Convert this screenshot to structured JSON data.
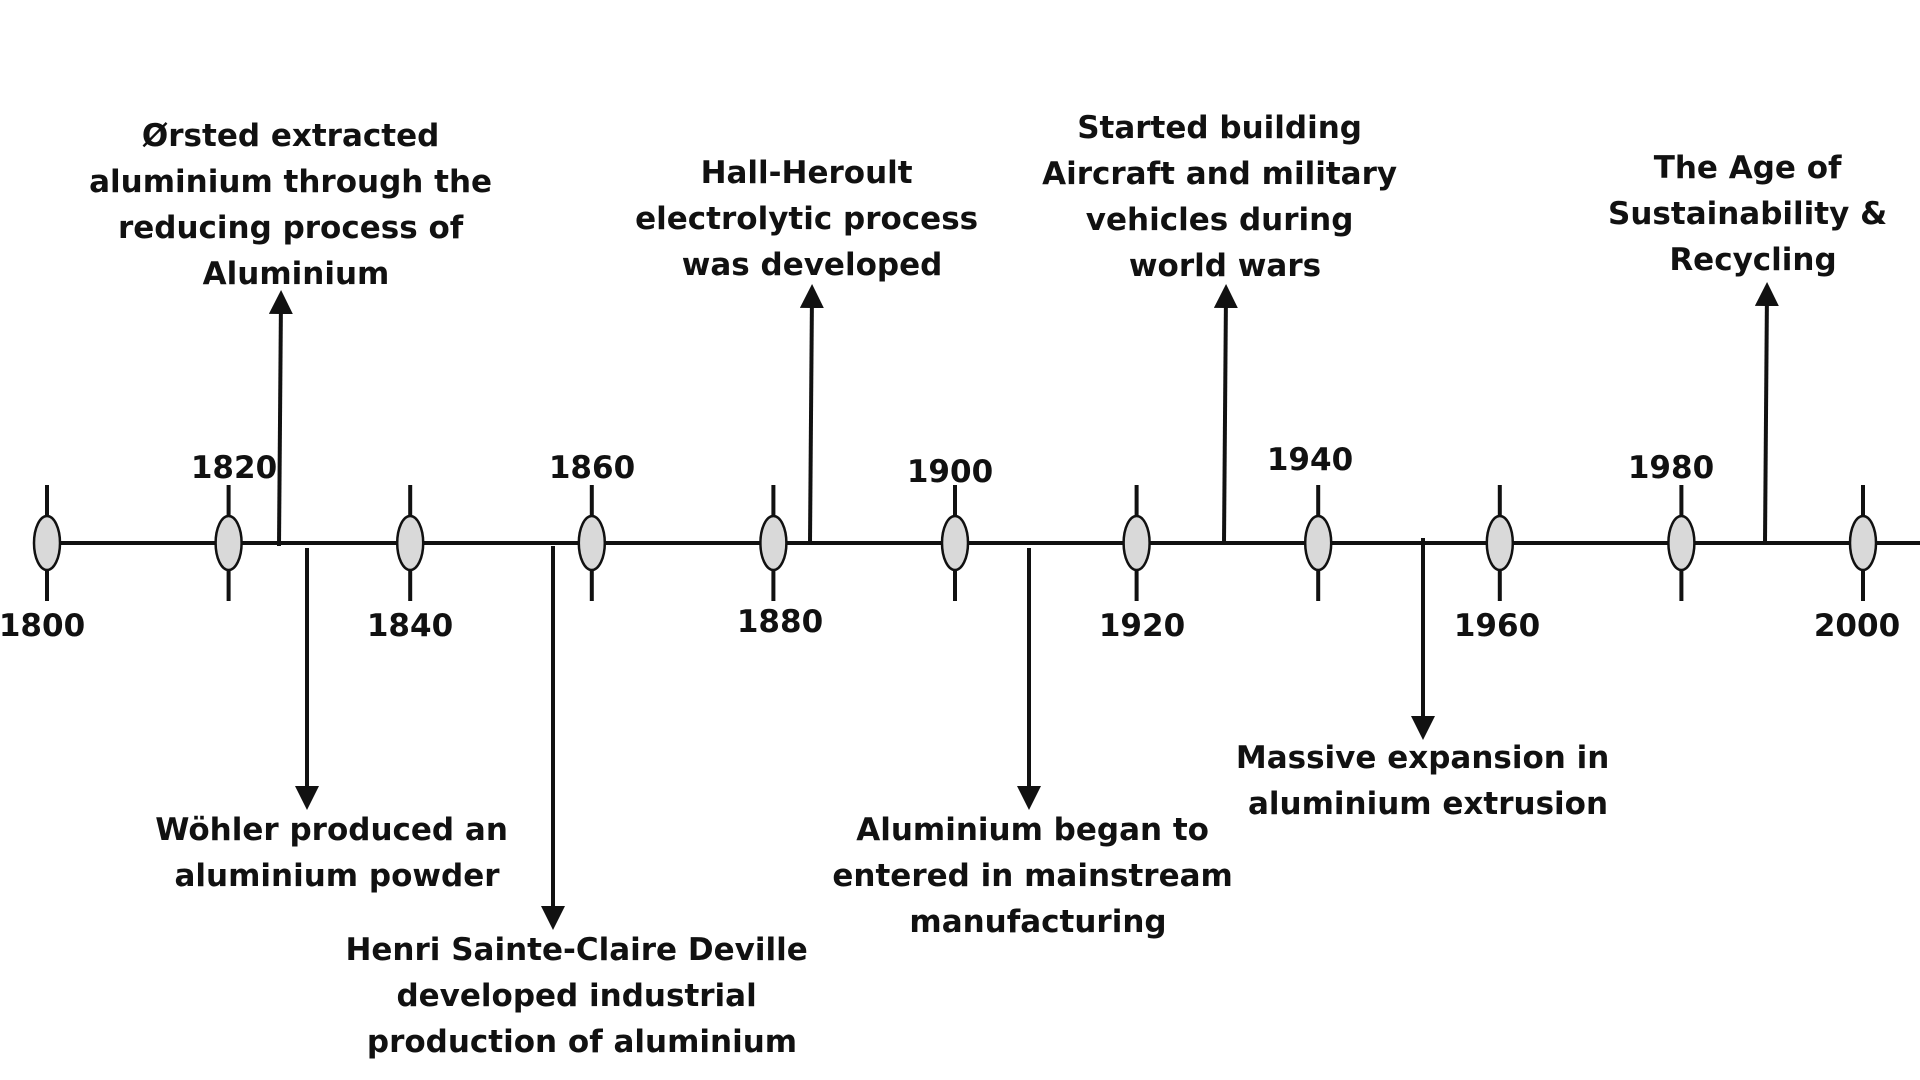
{
  "timeline": {
    "marker_fill": "#d9d9d9",
    "line_color": "#111111",
    "years": [
      "1800",
      "1820",
      "1840",
      "1860",
      "1880",
      "1900",
      "1920",
      "1940",
      "1960",
      "1980",
      "2000"
    ],
    "events": [
      {
        "id": "orsted",
        "direction": "up",
        "lines": [
          "Ørsted extracted",
          "aluminium through the",
          "reducing process of",
          "Aluminium"
        ]
      },
      {
        "id": "wohler",
        "direction": "down",
        "lines": [
          "Wöhler produced an",
          "aluminium powder"
        ]
      },
      {
        "id": "deville",
        "direction": "down",
        "lines": [
          "Henri Sainte-Claire Deville",
          "developed industrial",
          "production of aluminium"
        ]
      },
      {
        "id": "hall-heroult",
        "direction": "up",
        "lines": [
          "Hall-Heroult",
          "electrolytic process",
          "was developed"
        ]
      },
      {
        "id": "mainstream",
        "direction": "down",
        "lines": [
          "Aluminium began to",
          "entered in mainstream",
          "manufacturing"
        ]
      },
      {
        "id": "aircraft",
        "direction": "up",
        "lines": [
          "Started building",
          "Aircraft and military",
          "vehicles during",
          "world wars"
        ]
      },
      {
        "id": "extrusion",
        "direction": "down",
        "lines": [
          "Massive expansion in",
          "aluminium extrusion"
        ]
      },
      {
        "id": "sustainability",
        "direction": "up",
        "lines": [
          "The Age of",
          "Sustainability &",
          "Recycling"
        ]
      }
    ]
  }
}
